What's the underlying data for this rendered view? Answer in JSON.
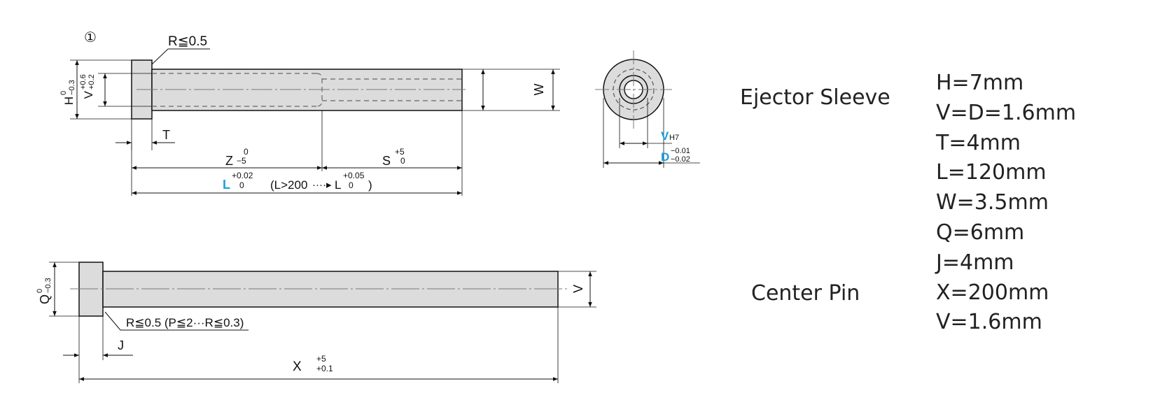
{
  "colors": {
    "accent": "#1aa0e0",
    "fill": "#dcdcdc",
    "line": "#111111"
  },
  "sleeve": {
    "marker": "①",
    "radius_note": "R≦0.5",
    "h_label": "H",
    "h_tol_upper": "0",
    "h_tol_lower": "−0.3",
    "v_label": "V",
    "v_tol_upper": "+0.6",
    "v_tol_lower": "+0.2",
    "t_label": "T",
    "z_label": "Z",
    "z_tol_upper": "0",
    "z_tol_lower": "−5",
    "s_label": "S",
    "s_tol_upper": "+5",
    "s_tol_lower": "0",
    "l_label": "L",
    "l_tol_upper": "+0.02",
    "l_tol_lower": "0",
    "l_note_prefix": "(L>200",
    "l_note_arrow": "····▸",
    "l_note_label": "L",
    "l_note_tol_upper": "+0.05",
    "l_note_tol_lower": "0",
    "l_note_suffix": ")",
    "w_label": "W",
    "end_v_label": "V",
    "end_v_fit": "H7",
    "end_d_label": "D",
    "end_d_tol_upper": "−0.01",
    "end_d_tol_lower": "−0.02"
  },
  "pin": {
    "q_label": "Q",
    "q_tol_upper": "0",
    "q_tol_lower": "−0.3",
    "radius_note": "R≦0.5 (P≦2···R≦0.3)",
    "j_label": "J",
    "x_label": "X",
    "x_tol_upper": "+5",
    "x_tol_lower": "+0.1",
    "v_label": "V"
  },
  "labels": {
    "ejector_sleeve": "Ejector Sleeve",
    "center_pin": "Center Pin"
  },
  "params": [
    "H=7mm",
    "V=D=1.6mm",
    "T=4mm",
    "L=120mm",
    "W=3.5mm",
    "Q=6mm",
    "J=4mm",
    "X=200mm",
    "V=1.6mm"
  ]
}
